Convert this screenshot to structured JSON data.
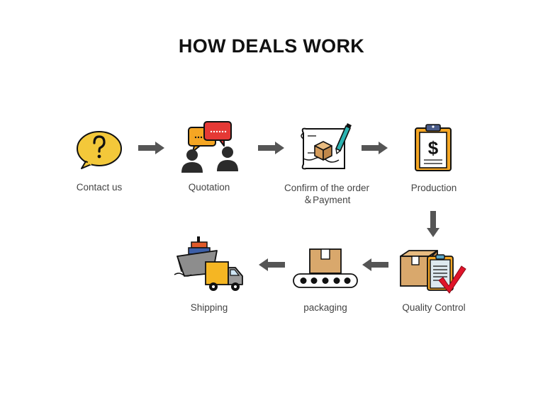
{
  "title": "HOW DEALS WORK",
  "colors": {
    "arrow": "#555555",
    "yellow": "#f3c83a",
    "orange": "#f5a623",
    "red": "#e53935",
    "box": "#d9a86c",
    "dark": "#2b2b2b",
    "check": "#e0142a"
  },
  "steps": [
    {
      "id": "contact",
      "label": "Contact us",
      "icon": "question-bubble-icon"
    },
    {
      "id": "quotation",
      "label": "Quotation",
      "icon": "chat-people-icon"
    },
    {
      "id": "confirm",
      "label": "Confirm of the order",
      "label2": "＆Payment",
      "icon": "blueprint-box-icon"
    },
    {
      "id": "production",
      "label": "Production",
      "icon": "dollar-clipboard-icon"
    },
    {
      "id": "quality",
      "label": "Quality Control",
      "icon": "box-checklist-icon"
    },
    {
      "id": "packaging",
      "label": "packaging",
      "icon": "conveyor-box-icon"
    },
    {
      "id": "shipping",
      "label": "Shipping",
      "icon": "ship-truck-icon"
    }
  ]
}
